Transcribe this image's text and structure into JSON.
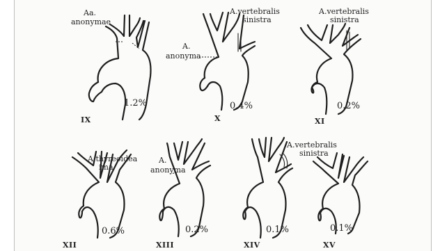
{
  "figures": [
    {
      "id": "IX",
      "numeral": "IX",
      "percent": "1.2%",
      "label": [
        "Aa.",
        "anonymae"
      ]
    },
    {
      "id": "X",
      "numeral": "X",
      "percent": "0.4%",
      "label_top": [
        "A.vertebralis",
        "sinistra"
      ],
      "label_side": [
        "A.",
        "anonyma"
      ]
    },
    {
      "id": "XI",
      "numeral": "XI",
      "percent": "0.2%",
      "label_top": [
        "A.vertebralis",
        "sinistra"
      ]
    },
    {
      "id": "XII",
      "numeral": "XII",
      "percent": "0.6%",
      "label_top": [
        "A.thyreoidea",
        "ima"
      ]
    },
    {
      "id": "XIII",
      "numeral": "XIII",
      "percent": "0.2%",
      "label_side": [
        "A.",
        "anonyma"
      ]
    },
    {
      "id": "XIV",
      "numeral": "XIV",
      "percent": "0.1%",
      "label_top": [
        "A.vertebralis",
        "sinistra"
      ]
    },
    {
      "id": "XV",
      "numeral": "XV",
      "percent": "0.1%"
    }
  ]
}
